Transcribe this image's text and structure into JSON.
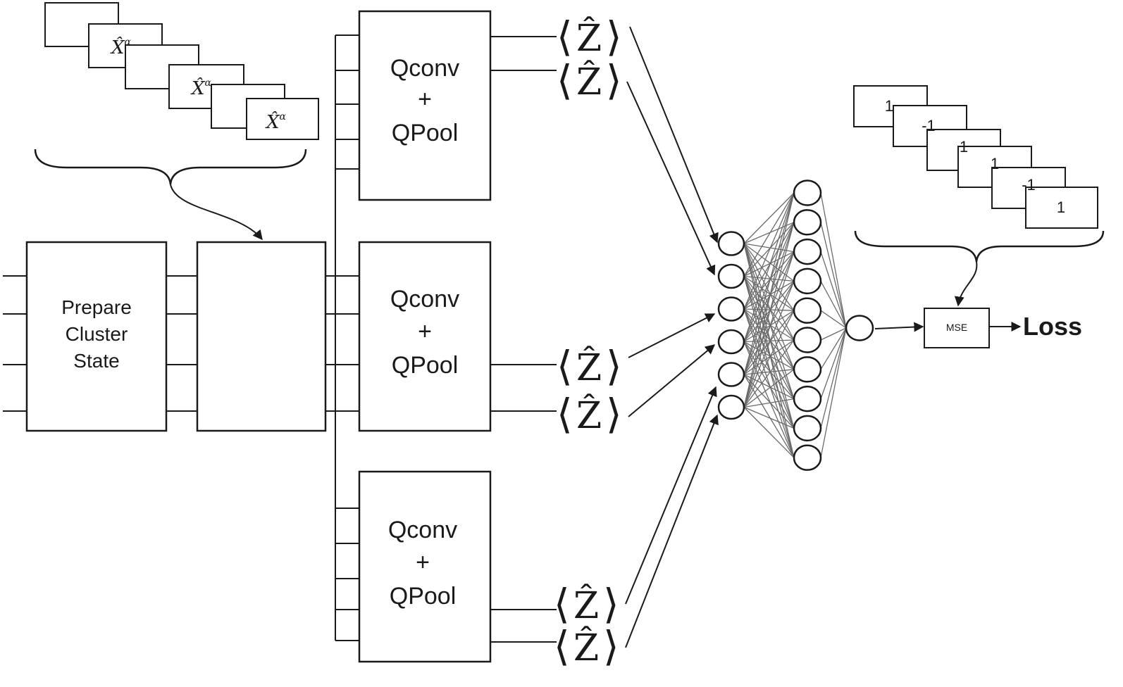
{
  "prepare_block": {
    "line1": "Prepare",
    "line2": "Cluster",
    "line3": "State"
  },
  "qconv_blocks": [
    {
      "line1": "Qconv",
      "line2": "+",
      "line3": "QPool"
    },
    {
      "line1": "Qconv",
      "line2": "+",
      "line3": "QPool"
    },
    {
      "line1": "Qconv",
      "line2": "+",
      "line3": "QPool"
    }
  ],
  "input_stack": {
    "label": "X̂",
    "superscript": "α"
  },
  "expectation": {
    "bracket_left": "⟨",
    "symbol": "Ẑ",
    "bracket_right": "⟩"
  },
  "label_stack": [
    "1",
    "-1",
    "1",
    "1",
    "-1",
    "1"
  ],
  "mse_label": "MSE",
  "loss_label": "Loss",
  "network": {
    "input_nodes": 6,
    "hidden_nodes": 10,
    "output_nodes": 1
  }
}
